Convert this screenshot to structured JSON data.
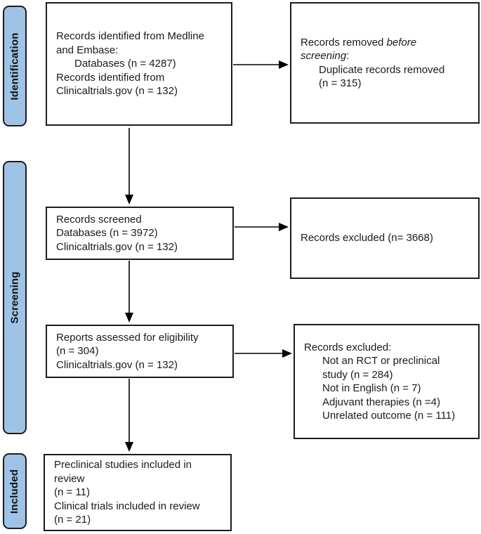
{
  "palette": {
    "stage_fill": "#9FC3E6",
    "stage_border": "#1C1C1C",
    "box_border": "#1C1C1C",
    "arrow": "#000000"
  },
  "stages": {
    "identification": "Identification",
    "screening": "Screening",
    "included": "Included"
  },
  "boxes": {
    "identified": {
      "lines": [
        "Records identified from Medline",
        "and Embase:",
        "Databases (n = 4287)",
        "Records identified from",
        "Clinicaltrials.gov (n = 132)"
      ]
    },
    "removed": {
      "prefix": "Records removed ",
      "italic": "before screening",
      "suffix": ":",
      "lines": [
        "Duplicate records removed",
        "(n = 315)"
      ]
    },
    "screened": {
      "lines": [
        "Records screened",
        "Databases (n = 3972)",
        "Clinicaltrials.gov (n = 132)"
      ]
    },
    "excluded_screening": {
      "lines": [
        "Records excluded (n= 3668)"
      ]
    },
    "assessed": {
      "lines": [
        "Reports assessed for eligibility",
        "(n = 304)",
        "Clinicaltrials.gov (n = 132)"
      ]
    },
    "excluded_eligibility": {
      "heading": "Records excluded:",
      "lines": [
        "Not an RCT or preclinical",
        "study (n = 284)",
        "Not in English (n = 7)",
        "Adjuvant therapies (n =4)",
        "Unrelated outcome (n = 111)"
      ]
    },
    "included": {
      "lines": [
        "Preclinical studies included in",
        "review",
        "(n = 11)",
        "Clinical trials included in review",
        "(n = 21)"
      ]
    }
  }
}
